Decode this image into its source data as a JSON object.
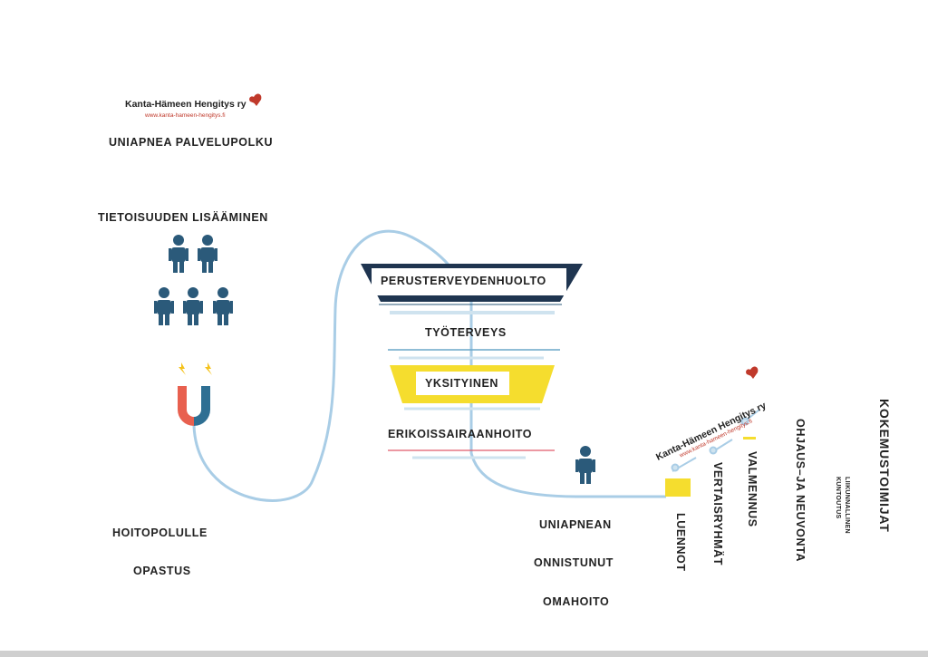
{
  "logo": {
    "name": "Kanta-Hämeen Hengitys ry",
    "url": "www.kanta-hameen-hengitys.fi",
    "brand_color": "#c0392b"
  },
  "title": "UNIAPNEA PALVELUPOLKU",
  "left": {
    "awareness_label": "TIETOISUUDEN LISÄÄMINEN",
    "guidance_line1": "HOITOPOLULLE",
    "guidance_line2": "OPASTUS"
  },
  "funnel": {
    "items": [
      {
        "label": "PERUSTERVEYDENHUOLTO",
        "style": "navy"
      },
      {
        "label": "TYÖTERVEYS",
        "style": "plain"
      },
      {
        "label": "YKSITYINEN",
        "style": "yellow"
      },
      {
        "label": "ERIKOISSAIRAANHOITO",
        "style": "plain"
      }
    ]
  },
  "outcome": {
    "line1": "UNIAPNEAN",
    "line2": "ONNISTUNUT",
    "line3": "OMAHOITO"
  },
  "services": {
    "luennot": "LUENNOT",
    "vertaisryhmat": "VERTAISRYHMÄT",
    "valmennus": "VALMENNUS",
    "ohjaus": "OHJAUS–JA NEUVONTA",
    "liikunnallinen": "LIIKUNNALLINEN",
    "kuntoutus": "KUNTOUTUS",
    "kokemustoimijat": "KOKEMUSTOIMIJAT"
  },
  "colors": {
    "navy": "#1f3550",
    "person": "#2b5a7a",
    "yellow": "#f5dd2e",
    "path": "#a9cde6",
    "magnet_red": "#e8604f",
    "magnet_blue": "#2e6f93"
  }
}
